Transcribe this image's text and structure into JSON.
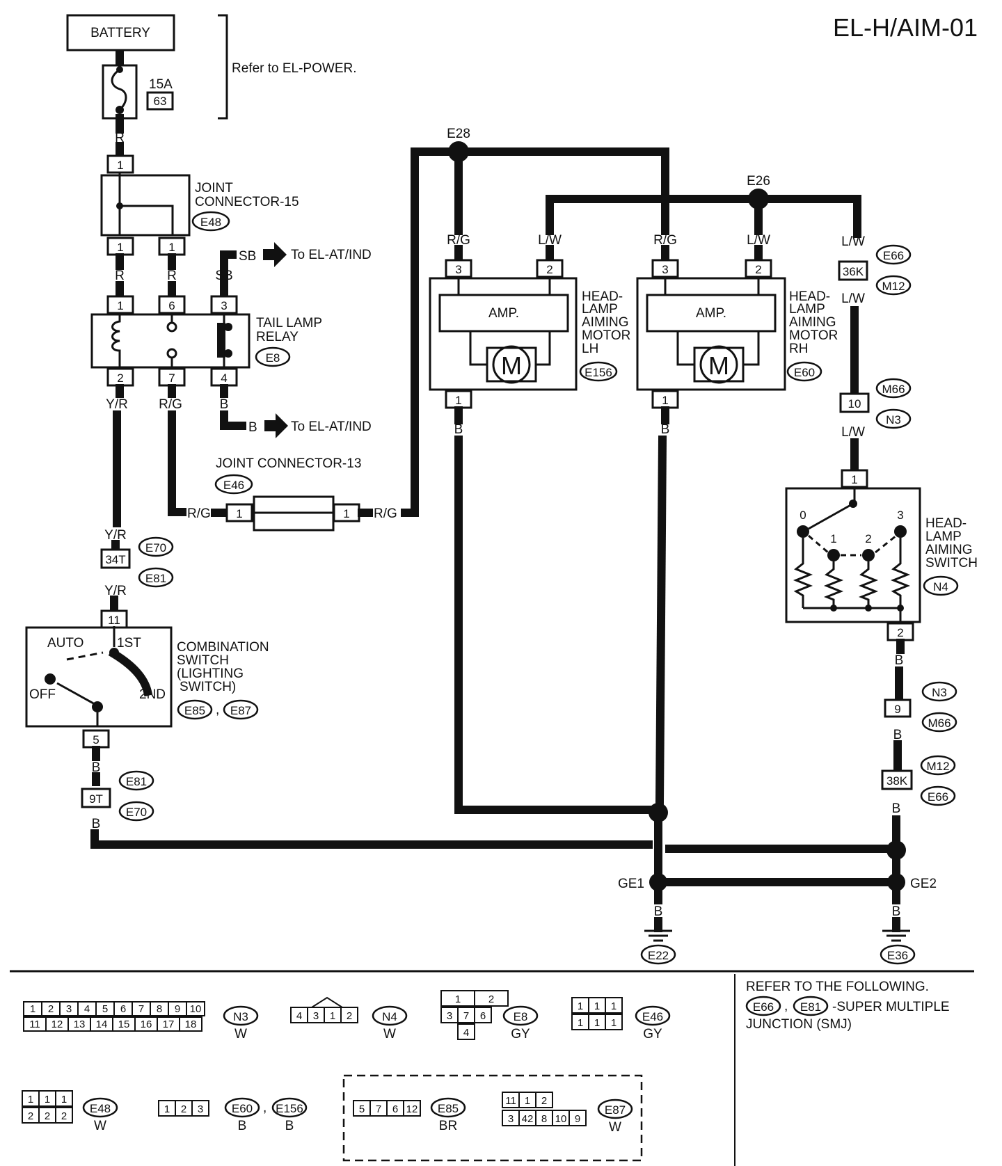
{
  "page_id": "EL-H/AIM-01",
  "refer_power": "Refer to EL-POWER.",
  "battery": "BATTERY",
  "fuse": {
    "rating": "15A",
    "number": "63"
  },
  "wire_colors": {
    "r": "R",
    "sb": "SB",
    "yr": "Y/R",
    "rg": "R/G",
    "b": "B",
    "lw": "L/W"
  },
  "to_at_ind": "To EL-AT/IND",
  "joint15": {
    "line1": "JOINT",
    "line2": "CONNECTOR-15",
    "code": "E48"
  },
  "joint13": {
    "name": "JOINT CONNECTOR-13",
    "code": "E46"
  },
  "relay": {
    "line1": "TAIL LAMP",
    "line2": "RELAY",
    "code": "E8"
  },
  "amp": "AMP.",
  "motor_symbol": "M",
  "motor_lh": {
    "l1": "HEAD-",
    "l2": "LAMP",
    "l3": "AIMING",
    "l4": "MOTOR",
    "l5": "LH",
    "code": "E156"
  },
  "motor_rh": {
    "l1": "HEAD-",
    "l2": "LAMP",
    "l3": "AIMING",
    "l4": "MOTOR",
    "l5": "RH",
    "code": "E60"
  },
  "aim_switch": {
    "l1": "HEAD-",
    "l2": "LAMP",
    "l3": "AIMING",
    "l4": "SWITCH",
    "code": "N4",
    "positions": [
      "0",
      "1",
      "2",
      "3"
    ]
  },
  "combo": {
    "l1": "COMBINATION",
    "l2": "SWITCH",
    "l3": "(LIGHTING",
    "l4": "SWITCH)",
    "code1": "E85",
    "code2": "E87",
    "auto": "AUTO",
    "first": "1ST",
    "off": "OFF",
    "second": "2ND"
  },
  "junctions": {
    "e28": "E28",
    "e26": "E26",
    "ge1": "GE1",
    "ge2": "GE2"
  },
  "grounds": {
    "e22": "E22",
    "e36": "E36"
  },
  "conn": {
    "c34t": "34T",
    "c9t": "9T",
    "c36k": "36K",
    "c38k": "38K",
    "e70": "E70",
    "e81": "E81",
    "e66": "E66",
    "m12": "M12",
    "m66": "M66",
    "n3": "N3"
  },
  "pins": {
    "p1": "1",
    "p2": "2",
    "p3": "3",
    "p4": "4",
    "p5": "5",
    "p6": "6",
    "p7": "7",
    "p9": "9",
    "p10": "10",
    "p11": "11"
  },
  "refer": {
    "line1": "REFER TO THE FOLLOWING.",
    "code1": "E66",
    "code2": "E81",
    "line2": "-SUPER MULTIPLE",
    "line3": "JUNCTION (SMJ)"
  },
  "legend": {
    "n3": {
      "code": "N3",
      "color": "W",
      "row1": [
        "1",
        "2",
        "3",
        "4",
        "5",
        "6",
        "7",
        "8",
        "9",
        "10"
      ],
      "row2": [
        "11",
        "12",
        "13",
        "14",
        "15",
        "16",
        "17",
        "18"
      ]
    },
    "n4": {
      "code": "N4",
      "color": "W",
      "pins": [
        "4",
        "3",
        "1",
        "2"
      ]
    },
    "e8": {
      "code": "E8",
      "color": "GY",
      "top": [
        "1",
        "2"
      ],
      "mid": [
        "3",
        "7",
        "6"
      ],
      "bot": [
        "4"
      ]
    },
    "e46": {
      "code": "E46",
      "color": "GY",
      "pins": [
        "1",
        "1",
        "1",
        "1",
        "1",
        "1"
      ]
    },
    "e48": {
      "code": "E48",
      "color": "W",
      "row1": [
        "1",
        "1",
        "1"
      ],
      "row2": [
        "2",
        "2",
        "2"
      ]
    },
    "e60": {
      "code": "E60",
      "code2": "E156",
      "color": "B",
      "color2": "B",
      "pins": [
        "1",
        "2",
        "3"
      ]
    },
    "e85": {
      "code": "E85",
      "color": "BR",
      "pins": [
        "5",
        "7",
        "6",
        "12"
      ]
    },
    "e87": {
      "code": "E87",
      "color": "W",
      "row1": [
        "11",
        "1",
        "2"
      ],
      "row2": [
        "3",
        "42",
        "8",
        "10",
        "9"
      ]
    }
  }
}
